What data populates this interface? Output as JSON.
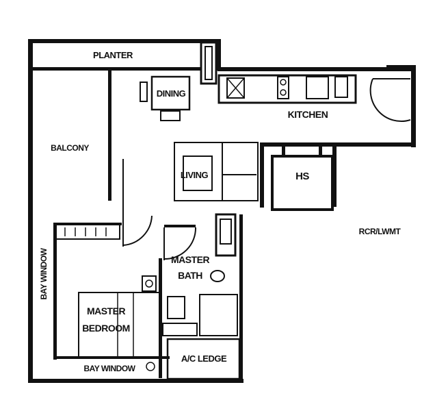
{
  "plan": {
    "labels": {
      "planter": "PLANTER",
      "dining": "DINING",
      "kitchen": "KITCHEN",
      "balcony": "BALCONY",
      "living": "LIVING",
      "hs": "HS",
      "rcr": "RCR/LWMT",
      "bay_window_side": "BAY WINDOW",
      "master_bath_1": "MASTER",
      "master_bath_2": "BATH",
      "master_bedroom_1": "MASTER",
      "master_bedroom_2": "BEDROOM",
      "bay_window_bottom": "BAY WINDOW",
      "ac_ledge": "A/C LEDGE"
    },
    "colors": {
      "ink": "#111111",
      "background": "#ffffff"
    }
  }
}
